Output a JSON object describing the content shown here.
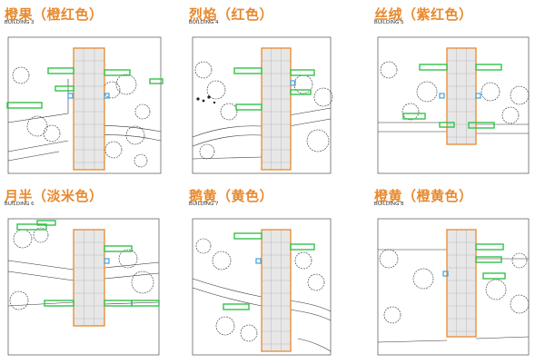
{
  "colors": {
    "title": "#e8892d",
    "building_outline": "#e8892d",
    "panel_fill": "#e7e7e7",
    "panel_grid": "#9a9a9a",
    "green_box": "#33c24a",
    "blue_box": "#3aa3e0",
    "line": "#333333"
  },
  "panels": [
    {
      "title": "橙果（橙红色）",
      "building": "BUILDING 3"
    },
    {
      "title": "烈焰（红色）",
      "building": "BUILDING 4"
    },
    {
      "title": "丝绒（紫红色）",
      "building": "BUILDING 5"
    },
    {
      "title": "月半（淡米色）",
      "building": "BUILDING 6"
    },
    {
      "title": "鹅黄（黄色）",
      "building": "BUILDING 7"
    },
    {
      "title": "橙黄（橙黄色）",
      "building": "BUILDING 8"
    }
  ]
}
